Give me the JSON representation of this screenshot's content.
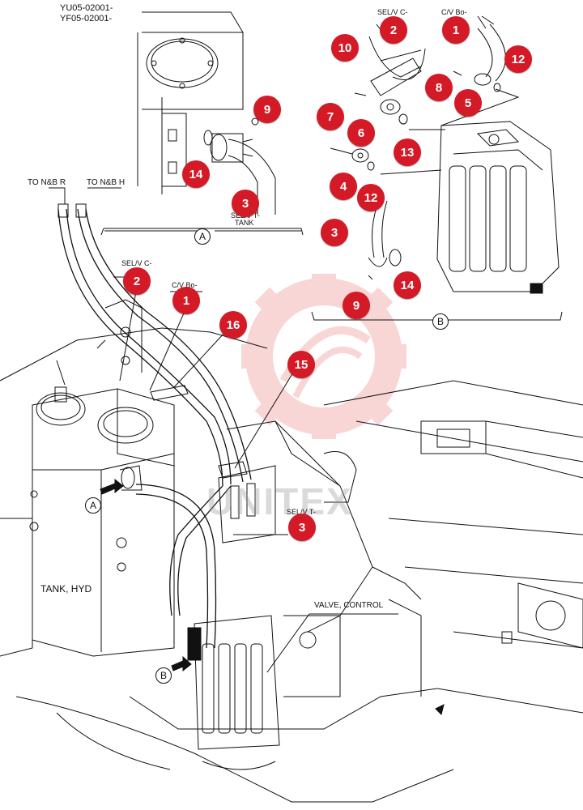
{
  "header": {
    "serial_line_1": "YU05-02001-",
    "serial_line_2": "YF05-02001-"
  },
  "labels": {
    "to_nb_r": "TO N&B R",
    "to_nb_h": "TO N&B H",
    "selv_c_main": "SEL/V C-",
    "cv_bo_main": "C/V Bo-",
    "selv_t_main": "SEL/V T-",
    "valve_control": "VALVE, CONTROL",
    "tank_hyd": "TANK, HYD",
    "selv_c_b": "SEL/V C-",
    "cv_bo_b": "C/V Bo-",
    "selv_t_a": "SEL/V T-",
    "tank_a": "TANK"
  },
  "views": {
    "a": "A",
    "b": "B"
  },
  "callouts": {
    "c1_main": "1",
    "c2_main": "2",
    "c3_main": "3",
    "c15": "15",
    "c16": "16",
    "c3_a": "3",
    "c9_a": "9",
    "c14_a": "14",
    "c1_b": "1",
    "c2_b": "2",
    "c3_b": "3",
    "c4_b": "4",
    "c5_b": "5",
    "c6_b": "6",
    "c7_b": "7",
    "c8_b": "8",
    "c9_b": "9",
    "c10_b": "10",
    "c12_b1": "12",
    "c12_b2": "12",
    "c13_b": "13",
    "c14_b": "14"
  },
  "watermark": {
    "text": "UNITEX"
  },
  "colors": {
    "callout": "#d41a26",
    "line": "#111111",
    "watermark": "#f5b5b5"
  }
}
